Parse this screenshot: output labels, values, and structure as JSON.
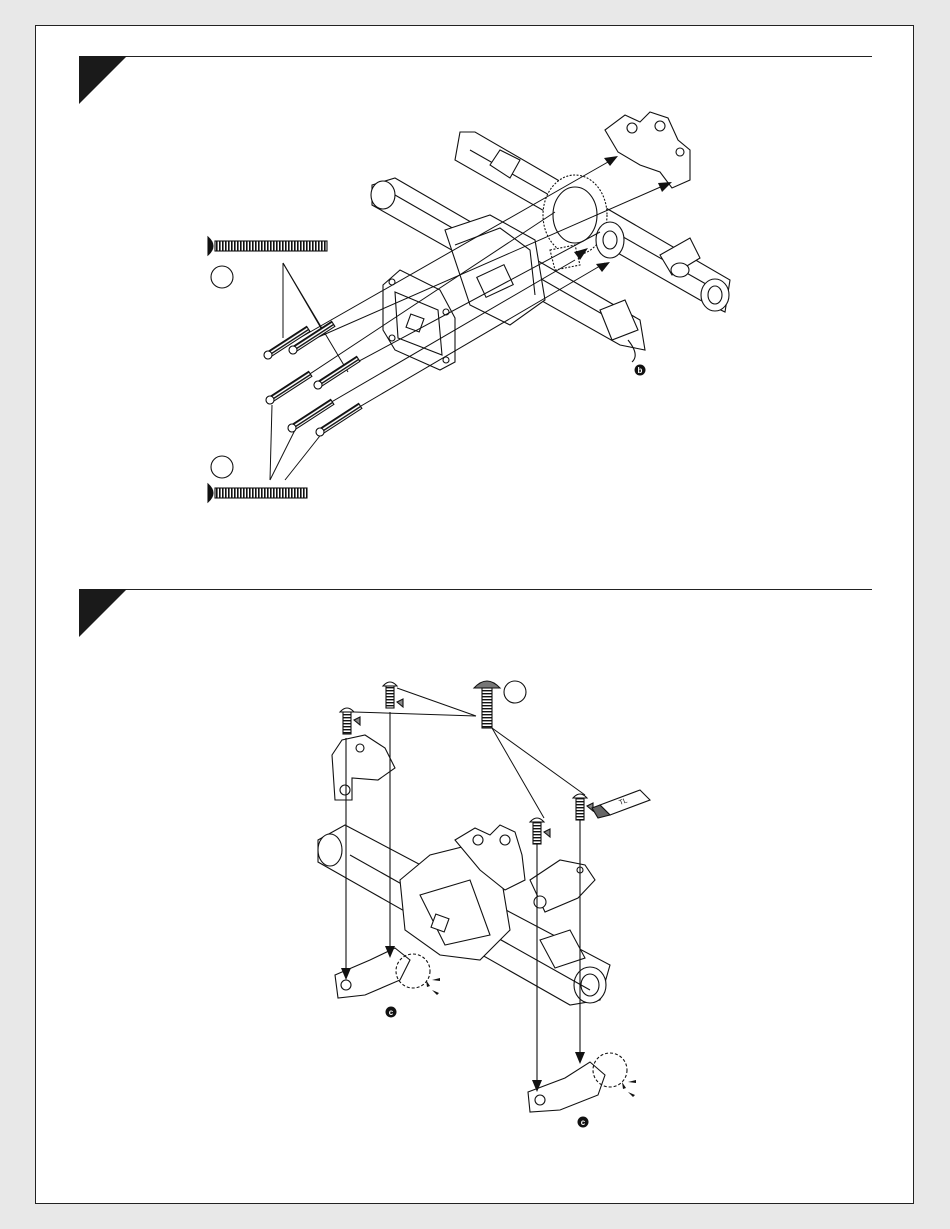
{
  "steps": [
    {
      "id": "step-1",
      "callouts": [
        {
          "label": "b"
        }
      ]
    },
    {
      "id": "step-2",
      "callouts": [
        {
          "label": "c"
        },
        {
          "label": "c"
        }
      ],
      "thread_lock_tube_label": "TL"
    }
  ],
  "colors": {
    "ink": "#1a1a1a",
    "paper": "#ffffff",
    "background": "#e8e8e8"
  }
}
